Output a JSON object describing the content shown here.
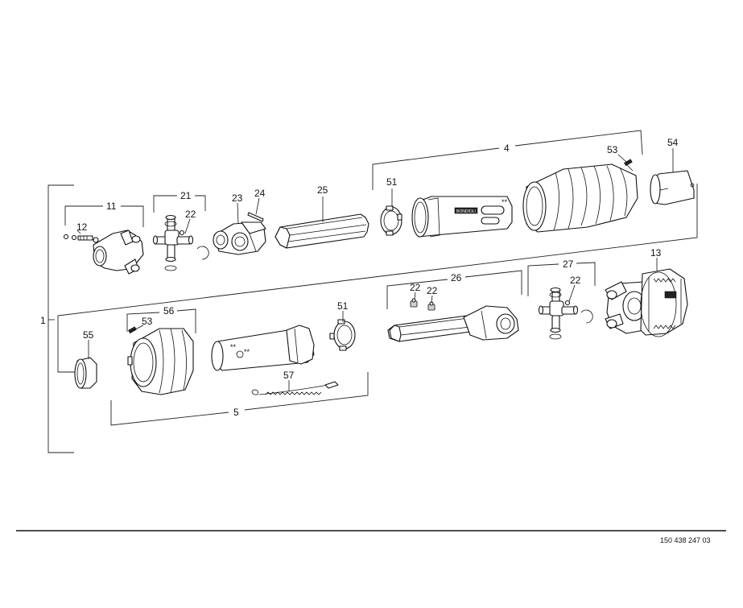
{
  "labels": {
    "overall": "1",
    "tube_assembly_outer": "4",
    "tube_assembly_inner": "5",
    "yoke_a": "11",
    "bolt": "12",
    "clutch": "13",
    "cross_kit_a": "21",
    "grease_nipple_a": "22",
    "grease_nipple_b": "22",
    "grease_nipple_c": "22",
    "grease_nipple_d": "22",
    "tube_yoke": "23",
    "roll_pin": "24",
    "profile_tube_outer": "25",
    "profile_tube_inner": "26",
    "cross_kit_b": "27",
    "bearing_ring_a": "51",
    "bearing_ring_b": "51",
    "screw_a": "53",
    "screw_b": "53",
    "shield_cone_outer": "54",
    "bearing_cup": "55",
    "shield_cone_inner": "56",
    "chain": "57"
  },
  "marks": {
    "stars_outer": "**",
    "stars_inner_1": "**",
    "stars_inner_2": "**",
    "brand_plate": "BONDIOLI"
  },
  "footer": {
    "document_number": "150 438 247 03"
  }
}
